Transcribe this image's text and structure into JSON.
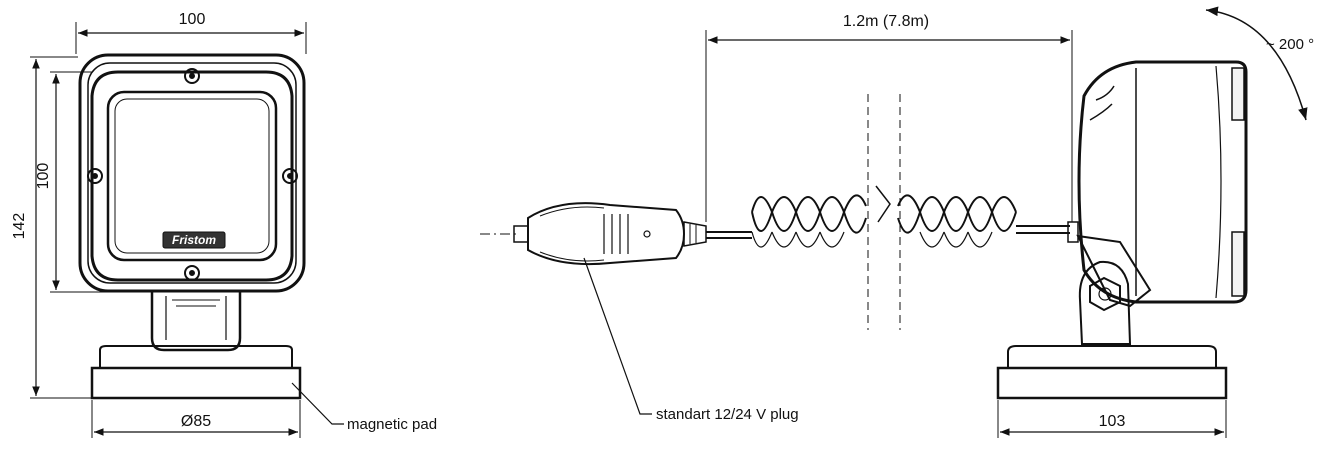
{
  "dimensions": {
    "front_width": "100",
    "lens_height": "100",
    "total_height": "142",
    "pad_diameter": "Ø85",
    "cable_length": "1.2m (7.8m)",
    "rotation": "~ 200 °",
    "side_depth": "103"
  },
  "labels": {
    "magnetic_pad": "magnetic pad",
    "plug": "standart 12/24 V plug",
    "brand": "Fristom"
  }
}
